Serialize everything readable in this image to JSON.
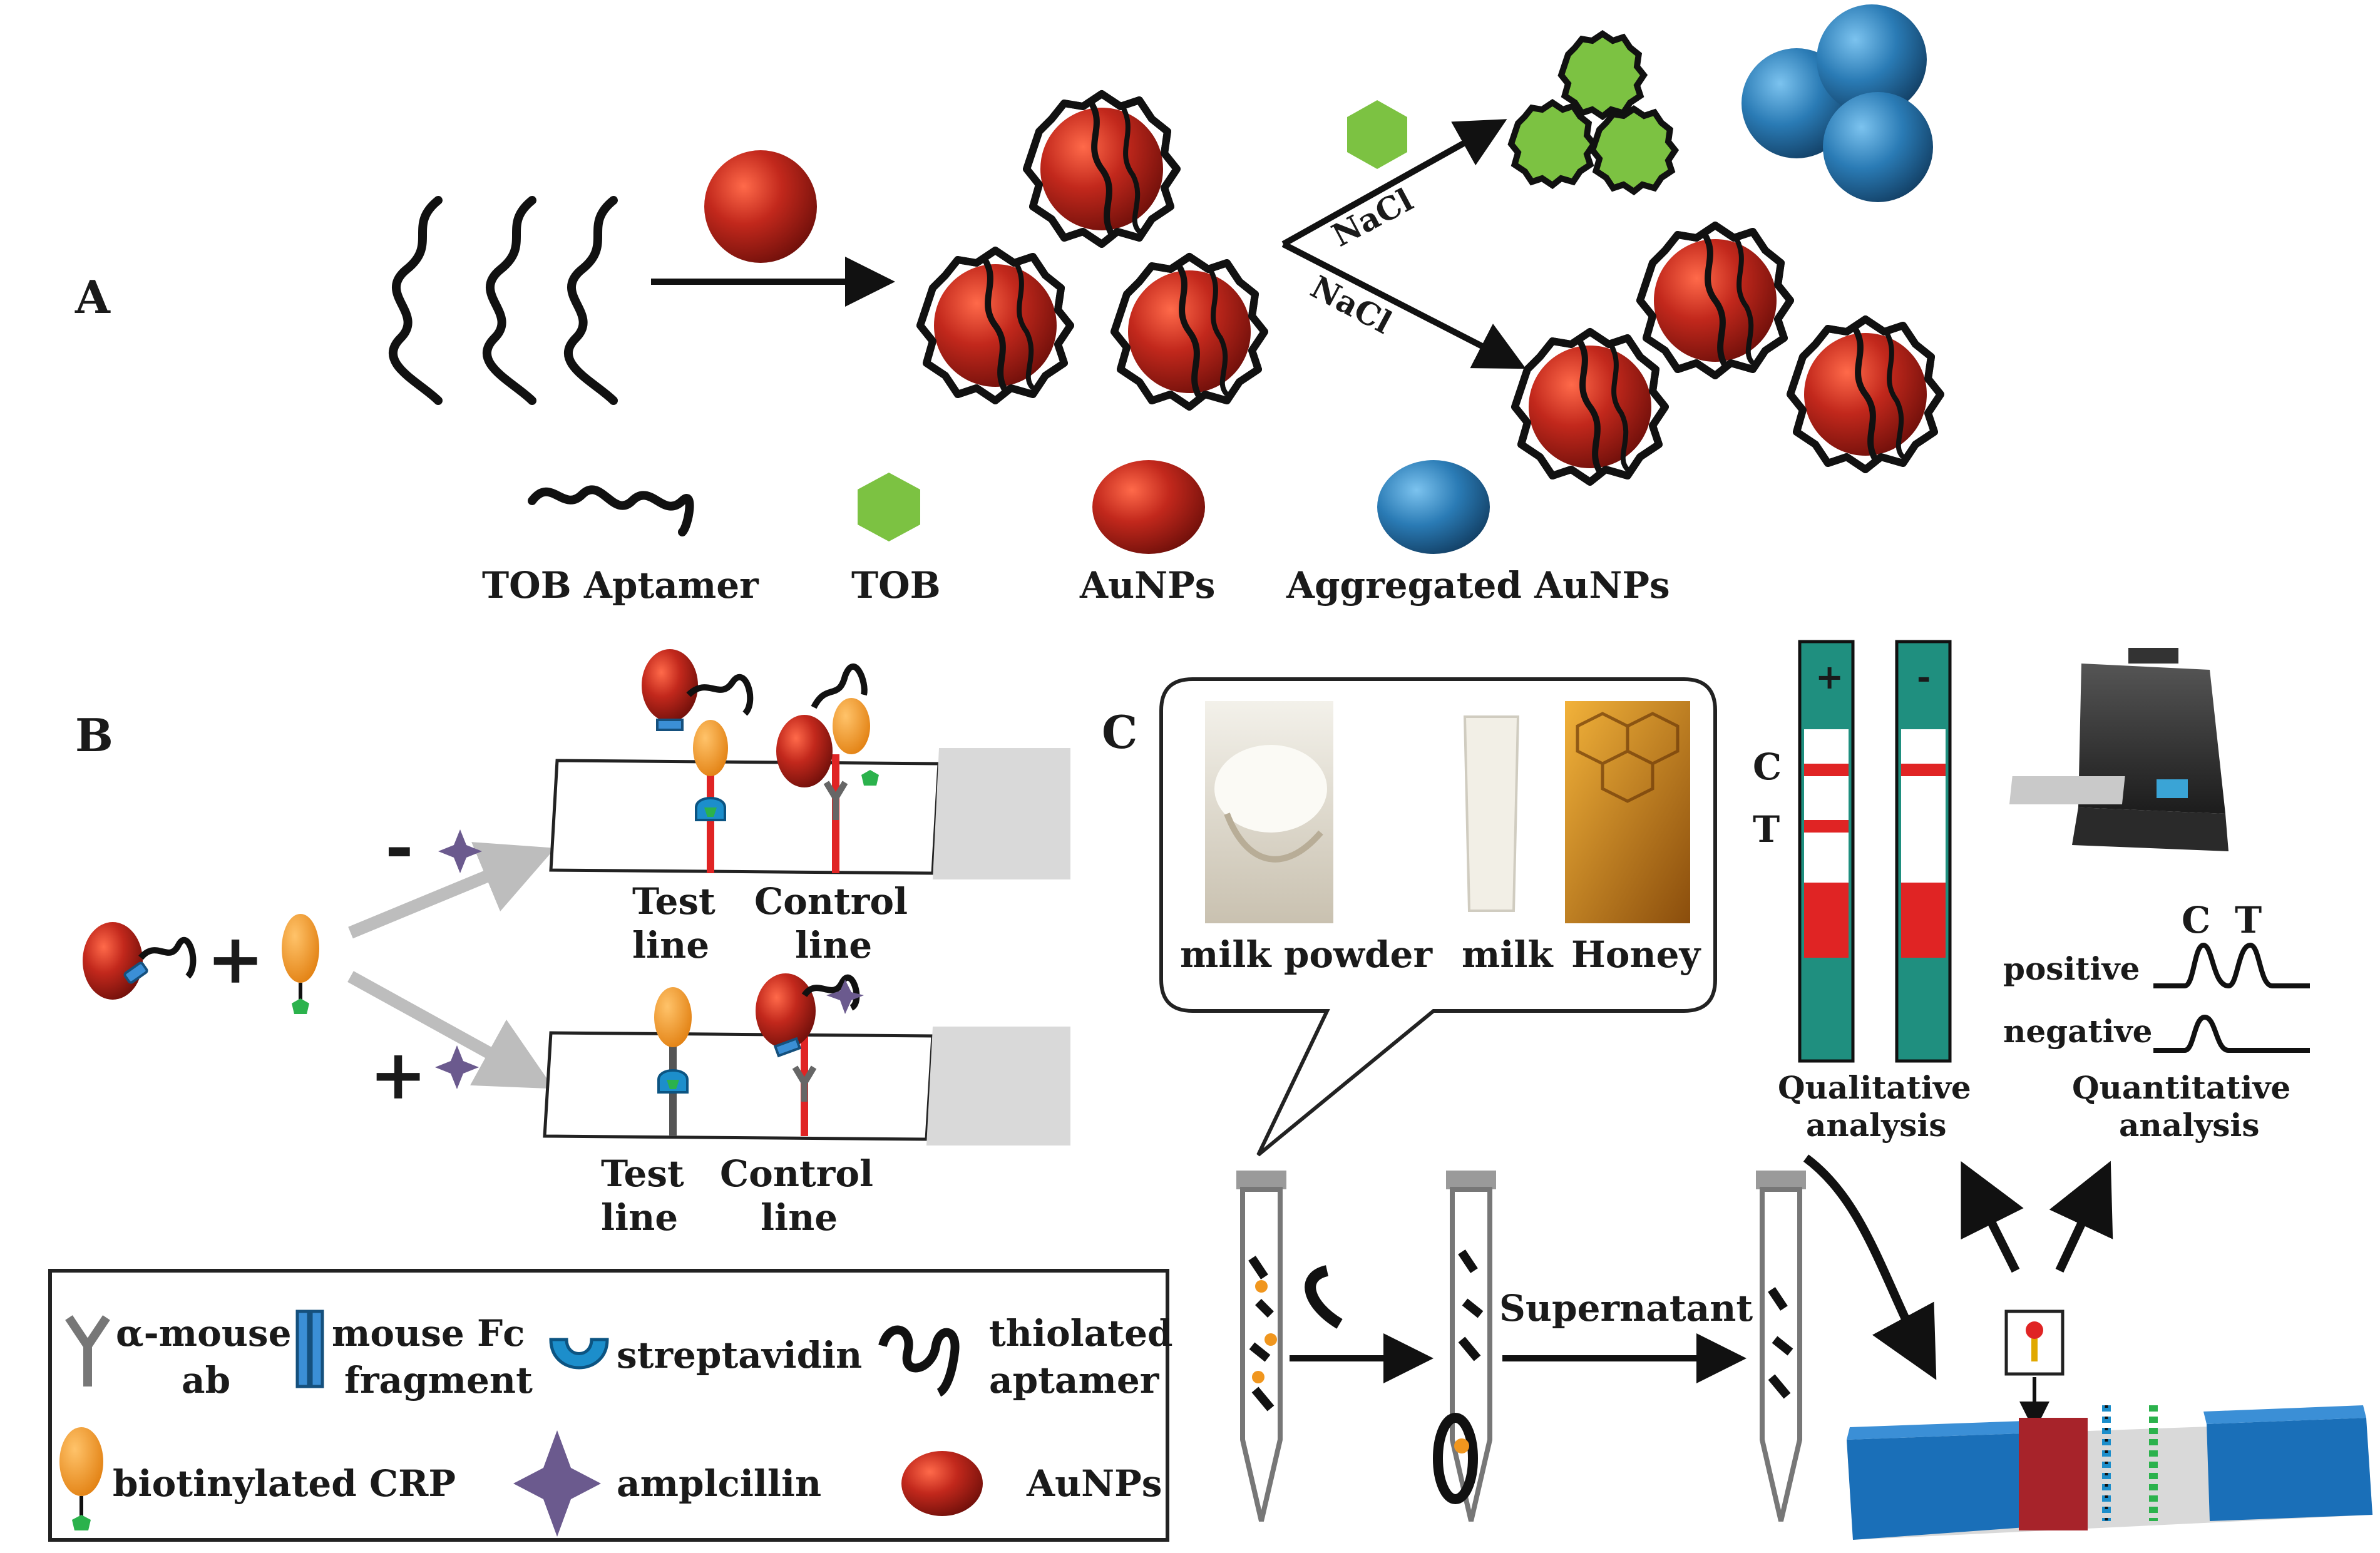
{
  "panels": {
    "a": {
      "label": "A",
      "reagent_top": "NaCl",
      "reagent_bottom": "NaCl",
      "legend": [
        "TOB Aptamer",
        "TOB",
        "AuNPs",
        "Aggregated AuNPs"
      ]
    },
    "b": {
      "label": "B",
      "sign_minus": "-",
      "sign_plus": "+",
      "combine_plus": "+",
      "strip1_test": [
        "Test",
        "line"
      ],
      "strip1_control": [
        "Control",
        "line"
      ],
      "strip2_test": [
        "Test",
        "line"
      ],
      "strip2_control": [
        "Control",
        "line"
      ],
      "legend": {
        "antibody": [
          "α-mouse",
          "ab"
        ],
        "fc": [
          "mouse Fc",
          "fragment"
        ],
        "streptavidin": "streptavidin",
        "aptamer": [
          "thiolated",
          "aptamer"
        ],
        "crp": "biotinylated CRP",
        "ampicillin": "amplcillin",
        "aunps": "AuNPs"
      }
    },
    "c": {
      "label": "C",
      "samples": [
        "milk powder",
        "milk",
        "Honey"
      ],
      "strip_signs": [
        "+",
        "-"
      ],
      "line_labels": [
        "C",
        "T"
      ],
      "qualitative": [
        "Qualitative",
        "analysis"
      ],
      "quantitative": [
        "Quantitative",
        "analysis"
      ],
      "positive": "positive",
      "negative": "negative",
      "peak_labels": [
        "C",
        "T"
      ],
      "centrifuge_symbol": "C",
      "supernatant": "Supernatant"
    }
  },
  "colors": {
    "gold_np": "#b5261e",
    "aggregated": "#2a7bb5",
    "tob": "#7cc242",
    "strip_teal": "#1f8f7f",
    "strip_red": "#e02424",
    "crp_orange": "#f0961e",
    "ampicillin": "#6b5a8e",
    "pad_blue": "#1a6fb8"
  }
}
